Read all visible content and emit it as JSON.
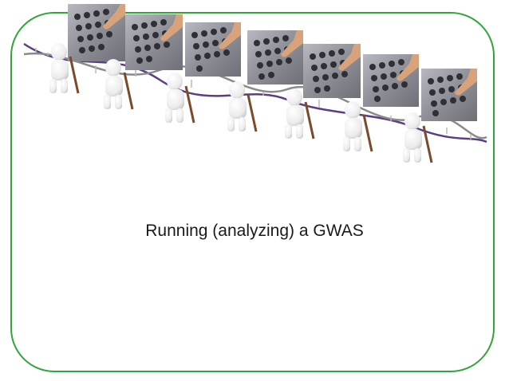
{
  "slide": {
    "title": "Running (analyzing) a GWAS"
  },
  "colors": {
    "frame_border": "#2fa53a",
    "dna_strand_a": "#5a3d86",
    "dna_strand_b": "#8a8a8a",
    "dna_rung": "#b8b8b8",
    "figure_fill": "#f2f2f2",
    "figure_shadow": "#c9c9c9",
    "stick": "#7a4a2a",
    "calculator_body": "#8f8f97",
    "calculator_key": "#2f2f36",
    "finger": "#d8a37a"
  },
  "illustration": {
    "figures": [
      "figure-1",
      "figure-2",
      "figure-3",
      "figure-4",
      "figure-5",
      "figure-6",
      "figure-7"
    ],
    "calculators": [
      "calculator-1",
      "calculator-2",
      "calculator-3",
      "calculator-4",
      "calculator-5",
      "calculator-6",
      "calculator-7"
    ]
  }
}
